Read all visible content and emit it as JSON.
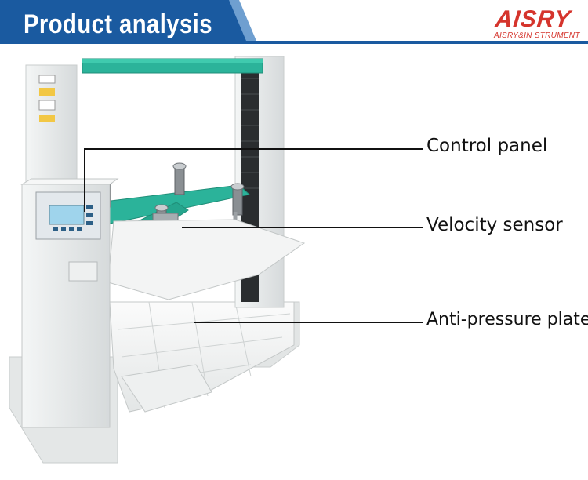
{
  "header": {
    "title": "Product analysis",
    "bar_color": "#1a5aa0",
    "brand": {
      "name": "AISRY",
      "tagline": "AISRY&IN STRUMENT",
      "color": "#d5342c"
    }
  },
  "callouts": [
    {
      "label": "Control panel"
    },
    {
      "label": "Velocity sensor"
    },
    {
      "label": "Anti-pressure plate"
    }
  ],
  "machine": {
    "frame_color": "#e9ecec",
    "beam_color": "#2bb39a",
    "screen_color": "#9fd4ec"
  }
}
